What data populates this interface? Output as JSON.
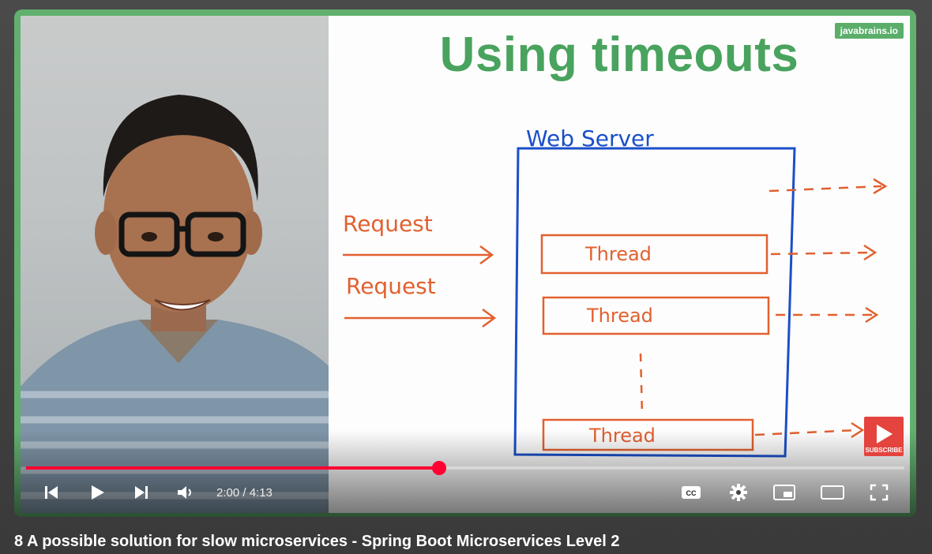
{
  "slide": {
    "title": "Using timeouts",
    "brand": "javabrains.io",
    "diagram": {
      "server_label": "Web Server",
      "request_label_1": "Request",
      "request_label_2": "Request",
      "thread_label_1": "Thread",
      "thread_label_2": "Thread",
      "thread_label_3": "Thread"
    }
  },
  "player": {
    "current_time": "2:00",
    "duration": "4:13",
    "time_display": "2:00 / 4:13",
    "progress_fraction": 0.47,
    "accent_color": "#ff0033",
    "subscribe_label": "SUBSCRIBE",
    "icons": [
      "previous-icon",
      "play-icon",
      "next-icon",
      "volume-icon",
      "captions-icon",
      "settings-icon",
      "miniplayer-icon",
      "theater-icon",
      "fullscreen-icon"
    ]
  },
  "video": {
    "title": "8 A possible solution for slow microservices - Spring Boot Microservices Level 2"
  }
}
